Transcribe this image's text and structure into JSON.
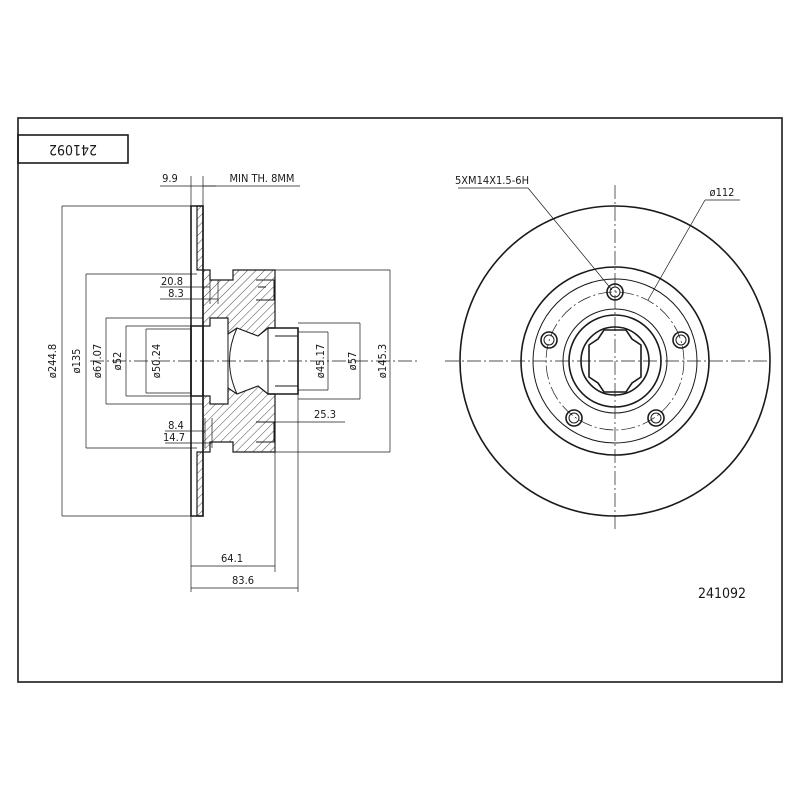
{
  "part_number": "241092",
  "part_number_mirrored": "241092",
  "notes": {
    "min_thickness": "MIN TH. 8MM",
    "bolt_thread": "5XM14X1.5-6H",
    "pcd": "ø112"
  },
  "dimensions": {
    "d_244_8": "ø244.8",
    "d_135": "ø135",
    "d_67_07": "ø67.07",
    "d_52": "ø52",
    "d_50_24": "ø50.24",
    "d_45_17": "ø45.17",
    "d_57": "ø57",
    "d_145_3": "ø145.3",
    "w_9_9": "9.9",
    "w_20_8": "20.8",
    "w_8_3": "8.3",
    "w_8_4": "8.4",
    "w_14_7": "14.7",
    "w_25_3": "25.3",
    "w_64_1": "64.1",
    "w_83_6": "83.6"
  }
}
